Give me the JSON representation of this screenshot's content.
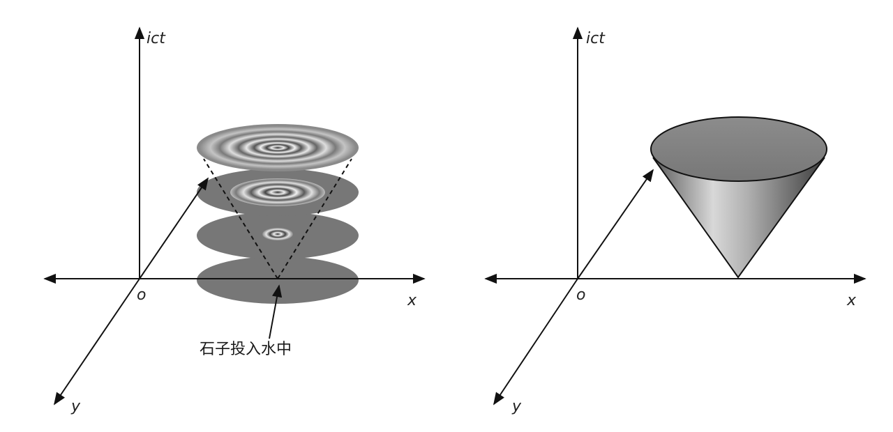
{
  "left_panel": {
    "axes": {
      "vertical": "ict",
      "horizontal": "x",
      "depth": "y",
      "origin": "o"
    },
    "annotation": "石子投入水中"
  },
  "right_panel": {
    "axes": {
      "vertical": "ict",
      "horizontal": "x",
      "depth": "y",
      "origin": "o"
    }
  },
  "colors": {
    "axis": "#111111",
    "disk_fill": "#777777",
    "disk_light": "#c8c8c8",
    "cone_dark": "#4a4a4a",
    "cone_light": "#d4d4d4",
    "background": "#ffffff"
  }
}
